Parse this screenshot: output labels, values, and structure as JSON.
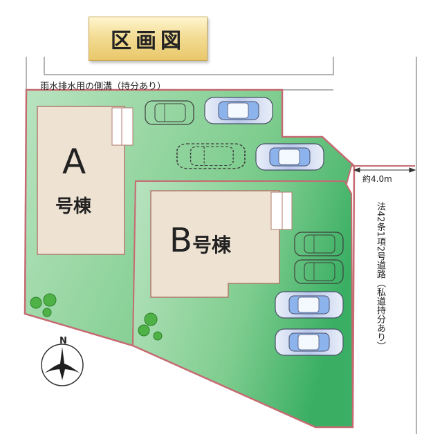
{
  "title": "区画図",
  "ditch_label": "雨水排水用の側溝（持分あり）",
  "road_width_label": "約4.0m",
  "road_label": "法42条1項2号道路（私道持分あり）",
  "buildings": [
    {
      "letter": "A",
      "suffix": "号棟"
    },
    {
      "letter": "B",
      "suffix": "号棟"
    }
  ],
  "compass_label": "N",
  "colors": {
    "lot": "#b7e2be",
    "lot_gradient_end": "#3fb36a",
    "boundary": "#c66a72",
    "building": "#eee3d3",
    "building_border": "#b07a6e",
    "road_lines": "#9a9a9a",
    "tree": "#4fb246"
  },
  "icons": {
    "compass": "north-arrow-icon",
    "car": "car-icon",
    "tree": "tree-icon"
  }
}
